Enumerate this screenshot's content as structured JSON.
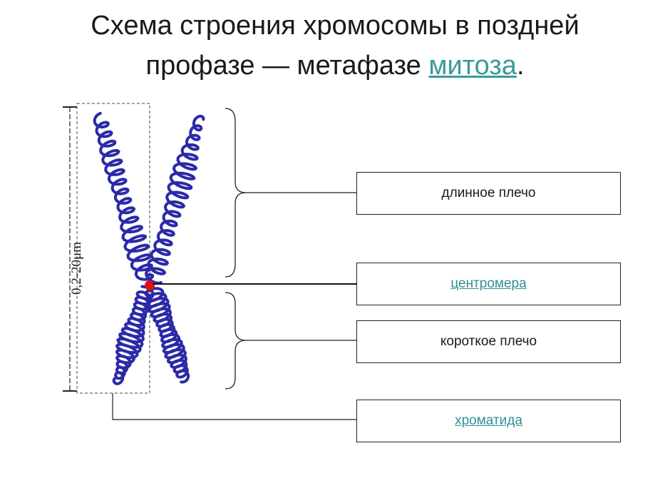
{
  "title": {
    "line1": "Схема строения хромосомы в поздней",
    "line2_prefix": "профазе — метафазе ",
    "line2_link": "митоза",
    "line2_suffix": "."
  },
  "labels": {
    "long_arm": "длинное плечо",
    "centromere": "центромера",
    "short_arm": "короткое плечо",
    "chromatid": "хроматида"
  },
  "scale": "0,2-20μm",
  "colors": {
    "chromosome": "#2a2aa8",
    "centromere": "#e01010",
    "link": "#2f8f96"
  }
}
